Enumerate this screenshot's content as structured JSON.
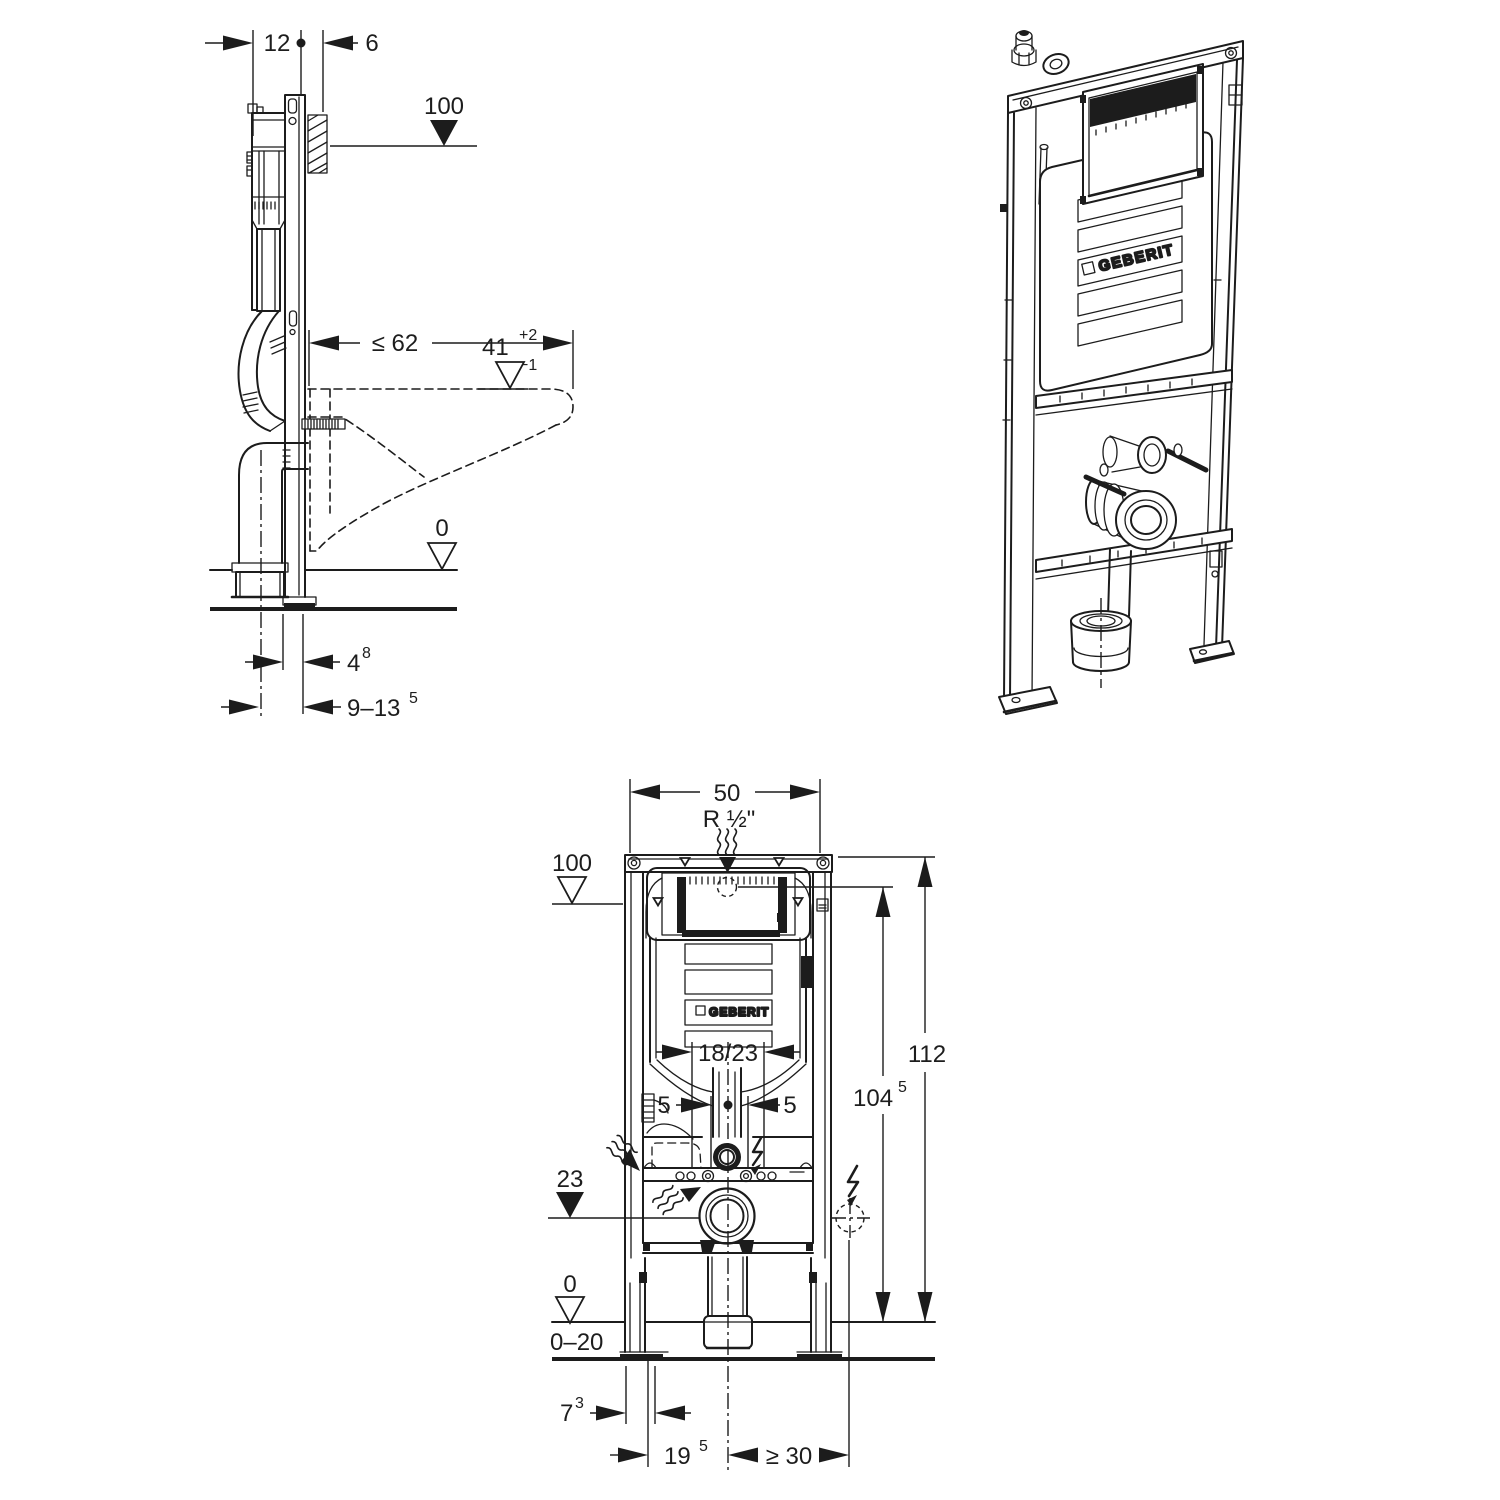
{
  "brand": "GEBERIT",
  "side_view": {
    "dim_offset_top": "12",
    "dim_plate": "6",
    "datum_top": "100",
    "dim_depth_max": "≤ 62",
    "bowl_height": {
      "value": "41",
      "tol_plus": "+2",
      "tol_minus": "−1"
    },
    "datum_floor": "0",
    "dim_rail": {
      "value": "4",
      "sup": "8"
    },
    "dim_outlet_range": {
      "value": "9–13",
      "sup": "5"
    }
  },
  "front_view": {
    "dim_width": "50",
    "water_conn": "R ½\"",
    "datum_meter": "100",
    "dim_bolts": "18/23",
    "dim_rod_l": "5",
    "dim_rod_r": "5",
    "datum_outlet": "23",
    "dim_height_total": "112",
    "dim_conn_height": {
      "value": "104",
      "sup": "5"
    },
    "datum_floor": "0",
    "floor_range": "0–20",
    "dim_foot": {
      "value": "7",
      "sup": "3"
    },
    "dim_center": {
      "value": "19",
      "sup": "5"
    },
    "dim_socket_min": "≥ 30",
    "logo": "GEBERIT"
  },
  "iso_view": {
    "logo": "GEBERIT"
  }
}
